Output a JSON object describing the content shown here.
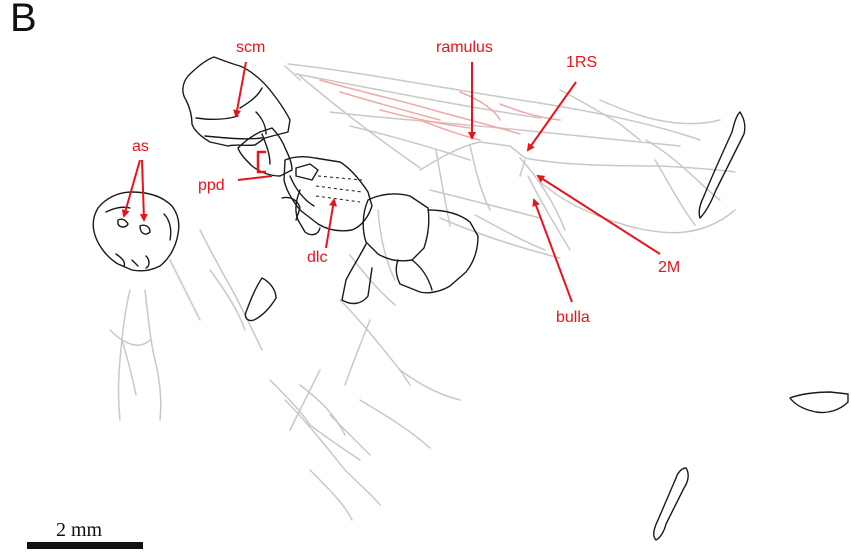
{
  "figure": {
    "panel_letter": "B",
    "scale_bar_label": "2 mm",
    "annotation_color": "#e8141c",
    "outline_color": "#1a1a1a",
    "faint_line_color": "#c8c8c8",
    "faint_red_color": "#f0a9a5",
    "labels": {
      "scm": "scm",
      "as": "as",
      "ppd": "ppd",
      "dlc": "dlc",
      "ramulus": "ramulus",
      "rs1": "1RS",
      "m2": "2M",
      "bulla": "bulla"
    }
  }
}
